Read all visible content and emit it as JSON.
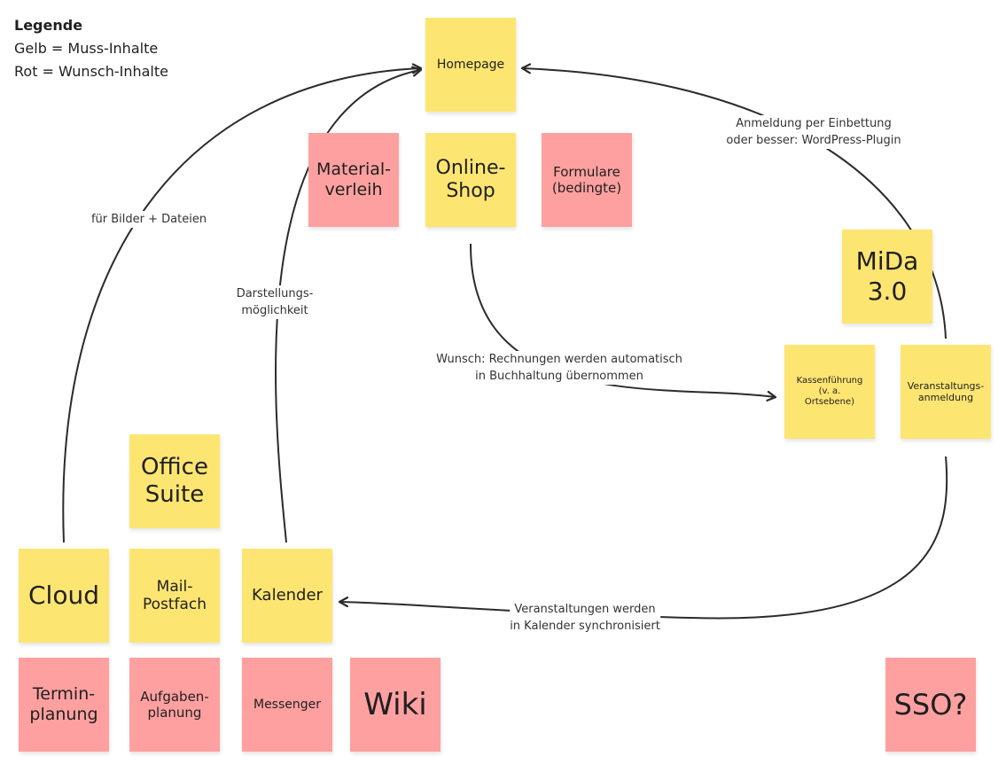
{
  "colors": {
    "yellow": "#fde572",
    "red": "#fea0a0",
    "arrow": "#2b2b2b"
  },
  "legend": {
    "title": "Legende",
    "yellow": "Gelb = Muss-Inhalte",
    "red": "Rot = Wunsch-Inhalte"
  },
  "notes": {
    "homepage": "Homepage",
    "materialverleih": "Material-\nverleih",
    "onlineshop": "Online-\nShop",
    "formulare": "Formulare\n(bedingte)",
    "mida": "MiDa\n3.0",
    "kassenfuehrung": "Kassenführung\n(v. a.\nOrtsebene)",
    "veranstaltungsanmeldung": "Veranstaltungs-\nanmeldung",
    "officesuite": "Office\nSuite",
    "cloud": "Cloud",
    "mailpostfach": "Mail-\nPostfach",
    "kalender": "Kalender",
    "terminplanung": "Termin-\nplanung",
    "aufgabenplanung": "Aufgaben-\nplanung",
    "messenger": "Messenger",
    "wiki": "Wiki",
    "sso": "SSO?"
  },
  "edges": {
    "cloud_homepage": "für Bilder + Dateien",
    "kalender_homepage": "Darstellungs-\nmöglichkeit",
    "veranstaltung_homepage": "Anmeldung per Einbettung\noder besser: WordPress-Plugin",
    "shop_kasse": "Wunsch: Rechnungen werden automatisch\nin Buchhaltung übernommen",
    "veranstaltung_kalender": "Veranstaltungen werden\nin Kalender synchronisiert"
  }
}
